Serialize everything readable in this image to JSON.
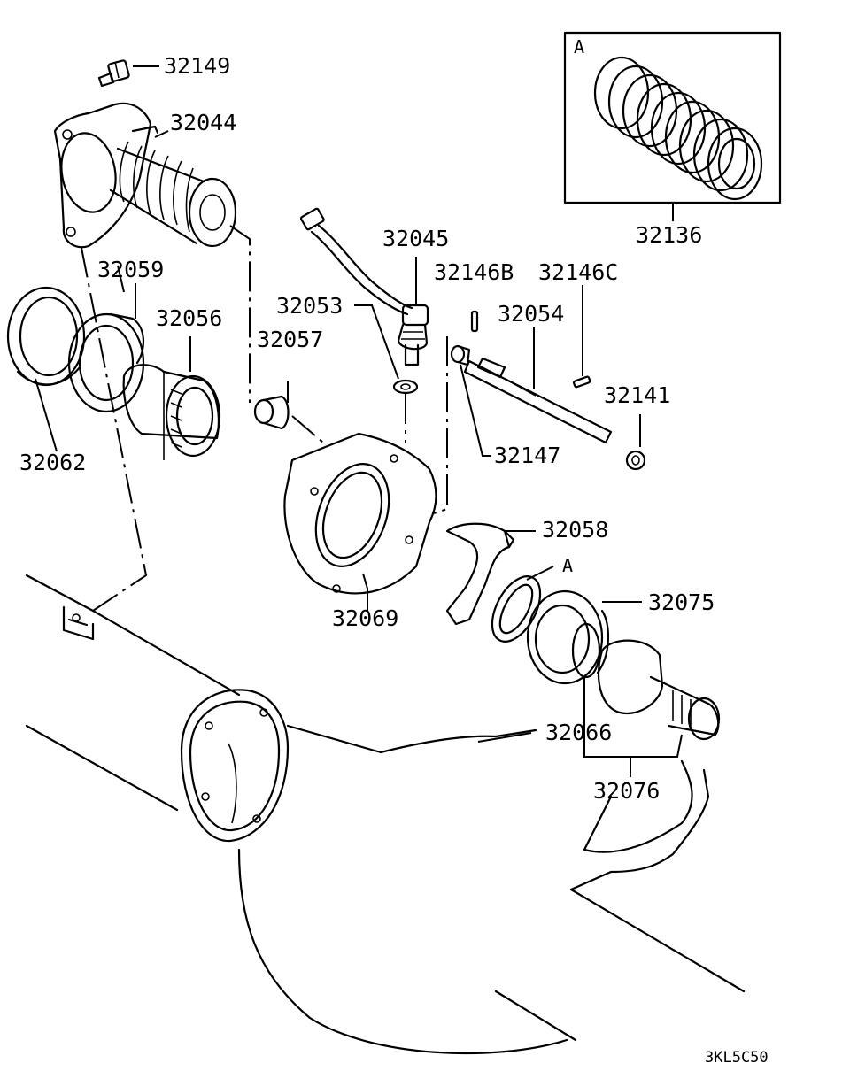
{
  "diagram": {
    "labels": {
      "p32149": "32149",
      "p32044": "32044",
      "p32045": "32045",
      "p32146B": "32146B",
      "p32146C": "32146C",
      "p32053": "32053",
      "p32054": "32054",
      "p32057": "32057",
      "p32059": "32059",
      "p32056": "32056",
      "p32141": "32141",
      "p32062": "32062",
      "p32147": "32147",
      "p32058": "32058",
      "p32069": "32069",
      "p32075": "32075",
      "p32066": "32066",
      "p32076": "32076",
      "p32136": "32136"
    },
    "inset_marker": "A",
    "callout_marker": "A",
    "figure_code": "3KL5C50"
  }
}
